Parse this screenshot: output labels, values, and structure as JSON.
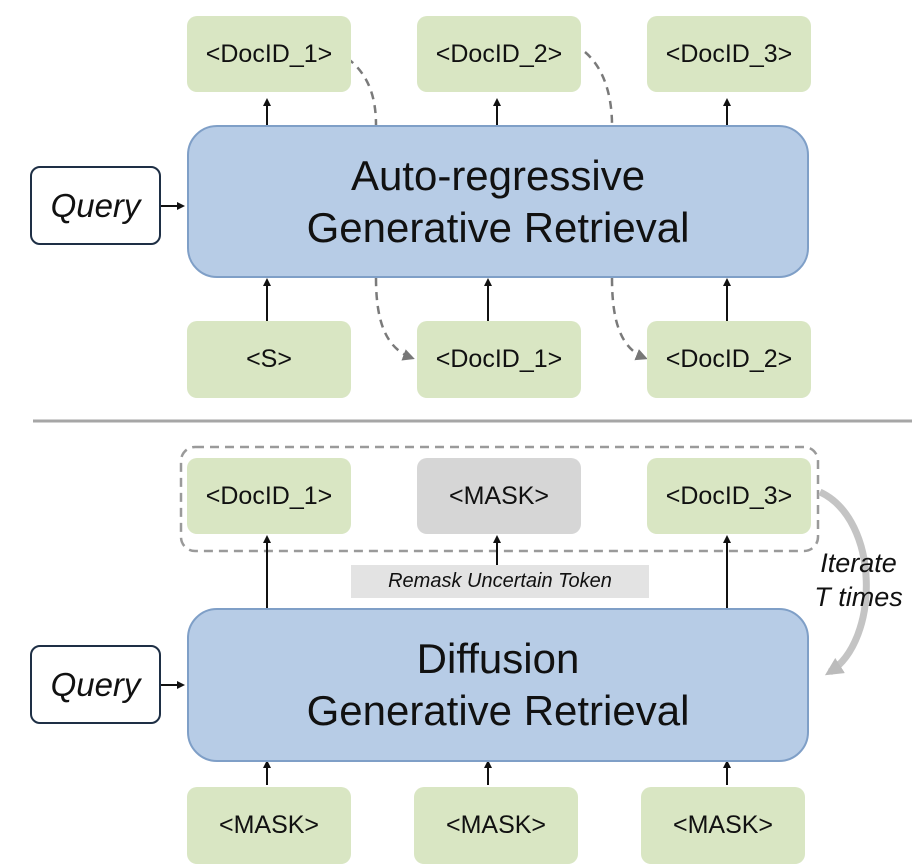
{
  "top": {
    "outputs": [
      "<DocID_1>",
      "<DocID_2>",
      "<DocID_3>"
    ],
    "inputs": [
      "<S>",
      "<DocID_1>",
      "<DocID_2>"
    ],
    "query": "Query",
    "model_line1": "Auto-regressive",
    "model_line2": "Generative Retrieval"
  },
  "bottom": {
    "outputs": [
      "<DocID_1>",
      "<MASK>",
      "<DocID_3>"
    ],
    "inputs": [
      "<MASK>",
      "<MASK>",
      "<MASK>"
    ],
    "query": "Query",
    "model_line1": "Diffusion",
    "model_line2": "Generative Retrieval",
    "remask_label": "Remask Uncertain Token",
    "iterate_line1": "Iterate",
    "iterate_line2": "T times",
    "frozen_icon": "snowflake-icon"
  }
}
